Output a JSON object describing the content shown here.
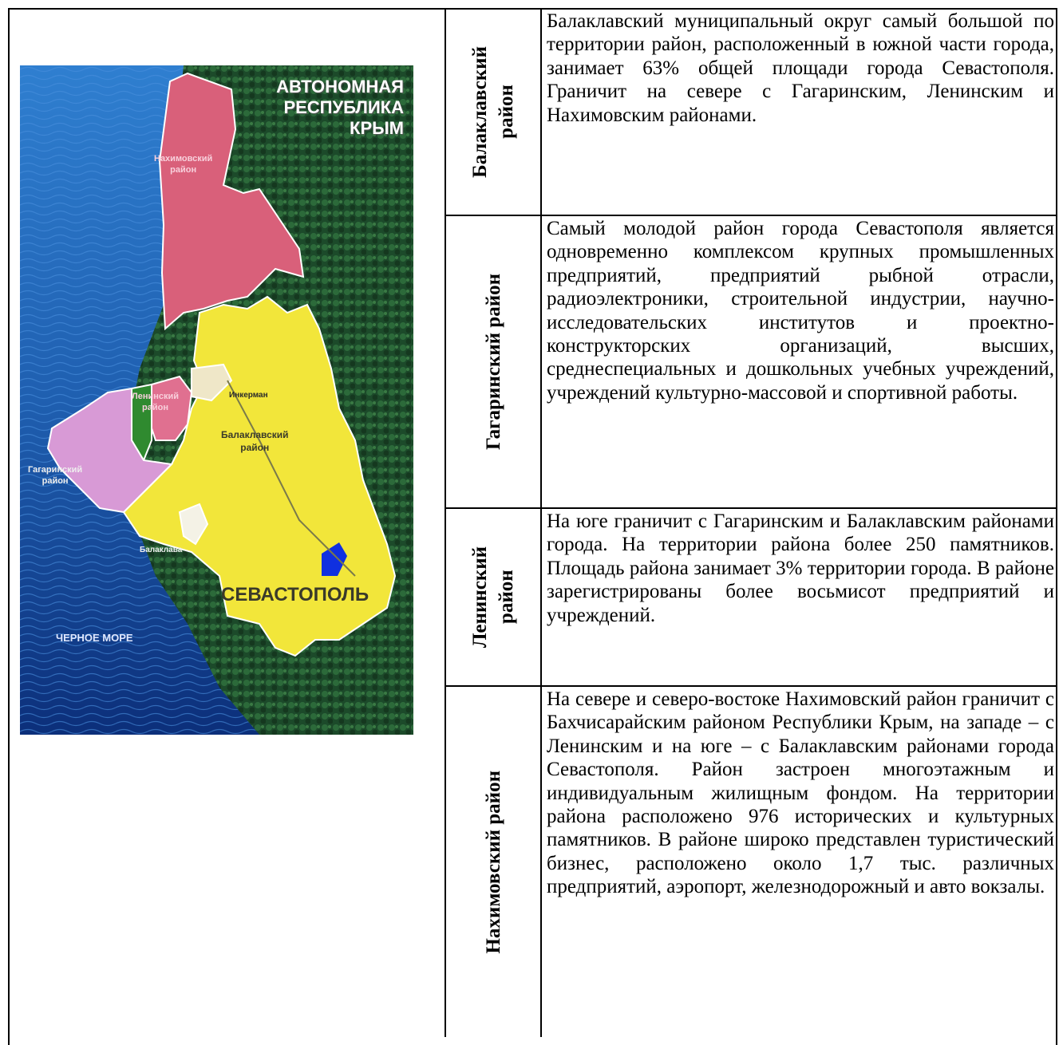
{
  "map": {
    "title_lines": [
      "АВТОНОМНАЯ",
      "РЕСПУБЛИКА",
      "КРЫМ"
    ],
    "labels": {
      "nakhimovsky": "Нахимовский\nрайон",
      "leninsky": "Ленинский\nрайон",
      "inkerman": "Инкерман",
      "balaklavsky": "Балаклавский\nрайон",
      "gagarinsky": "Гагаринский\nрайон",
      "balaklava": "Балаклава",
      "sevastopol": "СЕВАСТОПОЛЬ",
      "black_sea": "ЧЕРНОЕ МОРЕ"
    },
    "colors": {
      "sea": "#1f5fb0",
      "forest": "#1c4a2a",
      "balaklavsky": "#f2e63a",
      "nakhimovsky": "#d9607a",
      "gagarinsky": "#d89ad6",
      "leninsky": "#e07090",
      "park": "#2f8a2f",
      "lake": "#1030e0"
    }
  },
  "rows": [
    {
      "district": "Балаклавский\nрайон",
      "text": "Балаклавский муниципальный округ самый большой по территории район, расположенный в южной части города, занимает 63% общей площади города Севастополя. Граничит на севере с Гагаринским, Ленинским и Нахимовским районами."
    },
    {
      "district": "Гагаринский район",
      "text": "Самый молодой район города Севастополя является одновременно комплексом крупных промышленных предприятий, предприятий рыбной отрасли, радиоэлектроники, строительной индустрии, научно-исследовательских институтов и проектно-конструкторских организаций, высших, среднеспециальных и дошкольных учебных учреждений, учреждений культурно-массовой и спортивной работы."
    },
    {
      "district": "Ленинский\nрайон",
      "text": "На юге граничит с Гагаринским и Балаклавским районами города. На территории района более 250 памятников. Площадь района занимает 3% территории города. В районе зарегистрированы более восьмисот предприятий и учреждений."
    },
    {
      "district": "Нахимовский район",
      "text": "На севере и северо-востоке Нахимовский район граничит с Бахчисарайским районом Республики Крым, на западе – с Ленинским и на юге – с Балаклавским районами города Севастополя. Район застроен многоэтажным и индивидуальным жилищным фондом. На территории района расположено 976 исторических и культурных памятников. В районе широко представлен туристический бизнес, расположено около 1,7 тыс. различных предприятий, аэропорт, железнодорожный и авто вокзалы."
    }
  ]
}
